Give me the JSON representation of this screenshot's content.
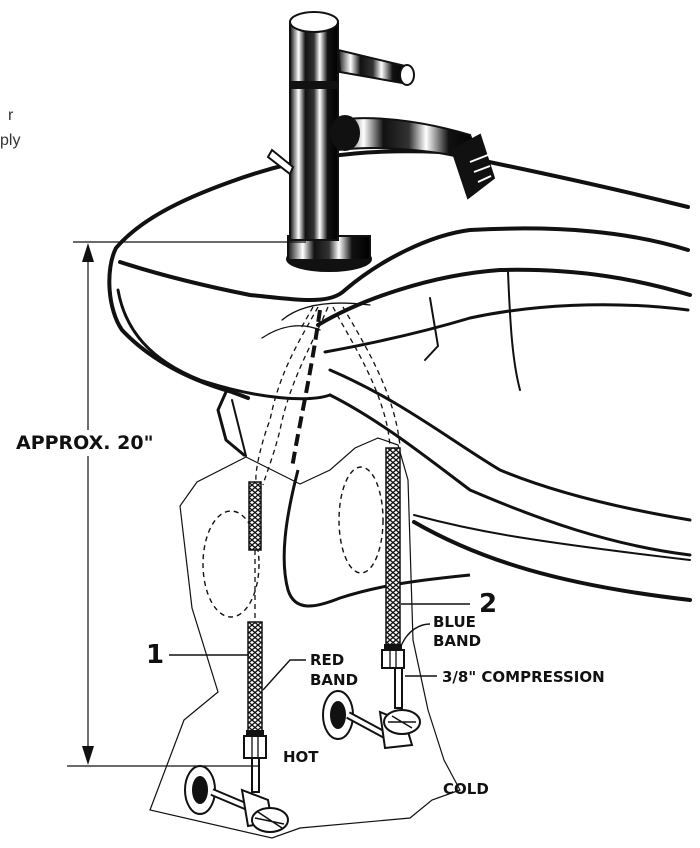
{
  "labels": {
    "dimension": "APPROX. 20\"",
    "callout_1": "1",
    "callout_2": "2",
    "red_band_line1": "RED",
    "red_band_line2": "BAND",
    "blue_band_line1": "BLUE",
    "blue_band_line2": "BAND",
    "compression": "3/8\" COMPRESSION",
    "hot": "HOT",
    "cold": "COLD"
  },
  "fragments": {
    "edge_top": "r",
    "edge_mid": "ply"
  },
  "colors": {
    "ink": "#111111",
    "background": "#ffffff"
  }
}
